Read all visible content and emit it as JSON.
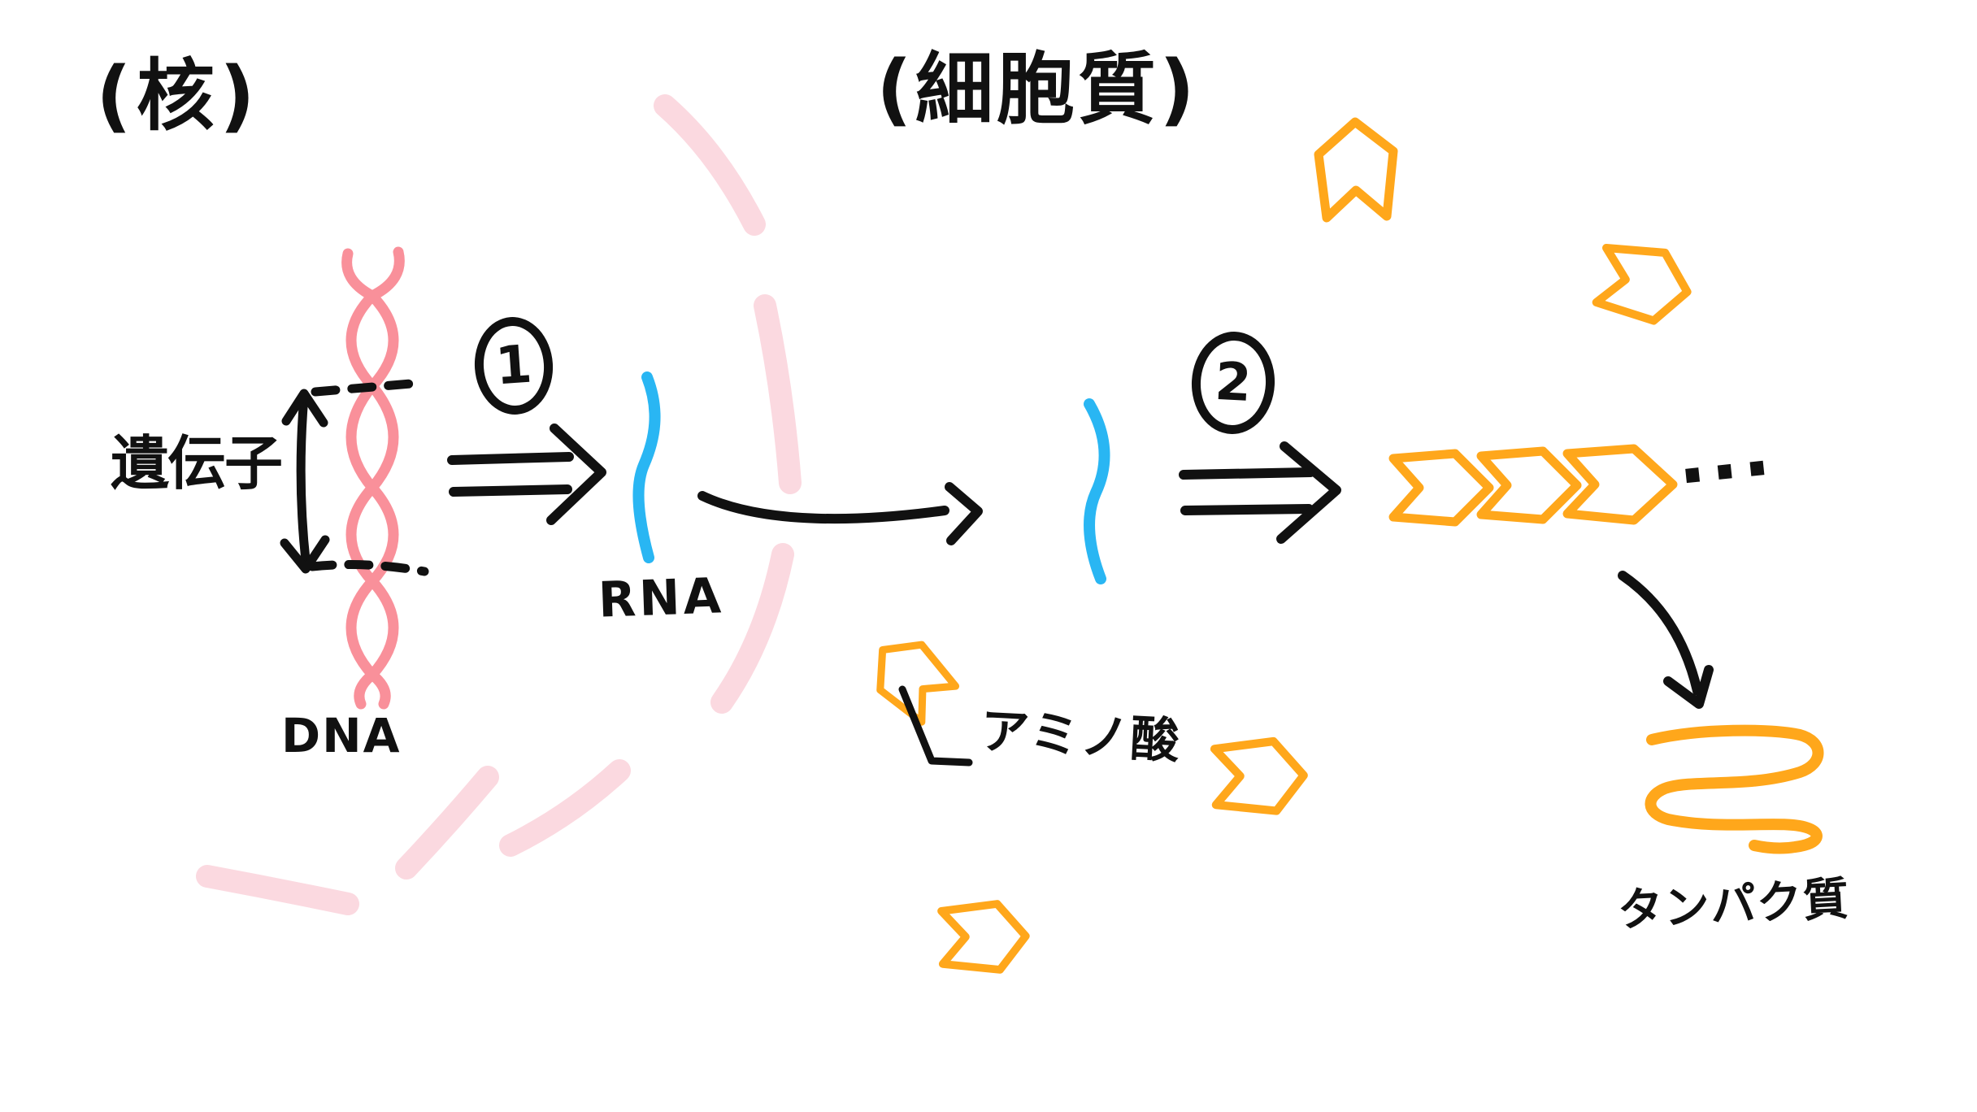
{
  "title": "Hand-drawn diagram of gene expression (transcription and translation)",
  "regions": {
    "nucleus_label": "(核)",
    "cytoplasm_label": "(細胞質)"
  },
  "molecules": {
    "gene_label": "遺伝子",
    "dna_label": "DNA",
    "rna_label": "RNA",
    "amino_acid_label": "アミノ酸",
    "protein_label": "タンパク質"
  },
  "steps": {
    "step1": "1",
    "step2": "2"
  },
  "peptide_chain": {
    "chevron_count": 3,
    "ellipsis": "..."
  },
  "colors": {
    "dna_pink": "#F9909A",
    "membrane_pink": "#FBD9E0",
    "rna_blue": "#29B6F3",
    "amino_orange": "#FFA71B",
    "ink_black": "#111111"
  }
}
